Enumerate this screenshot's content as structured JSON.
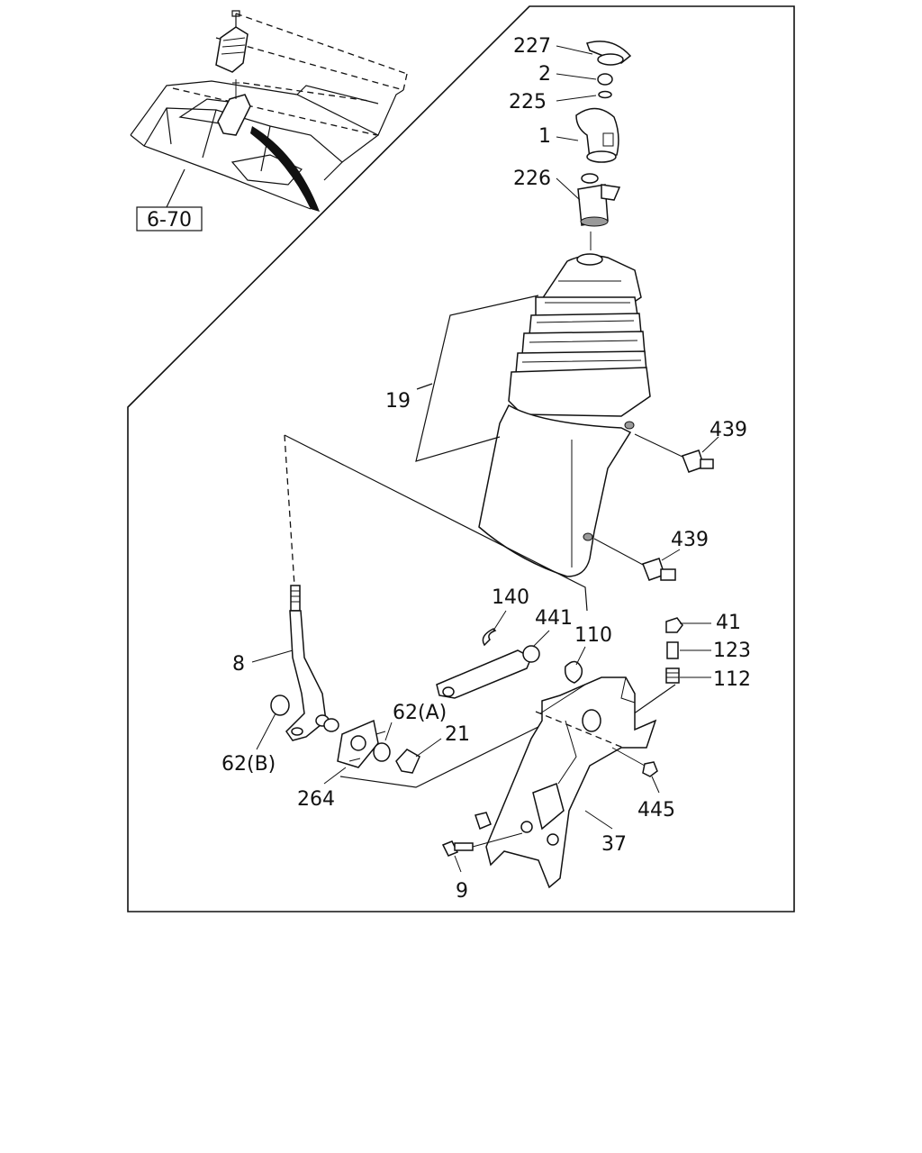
{
  "diagram": {
    "reference_box": "6-70",
    "callouts": {
      "p227": "227",
      "p2": "2",
      "p225": "225",
      "p1": "1",
      "p226": "226",
      "p19": "19",
      "p439a": "439",
      "p439b": "439",
      "p140": "140",
      "p441": "441",
      "p110": "110",
      "p41": "41",
      "p123": "123",
      "p112": "112",
      "p8": "8",
      "p62a": "62(A)",
      "p21": "21",
      "p62b": "62(B)",
      "p264": "264",
      "p445": "445",
      "p37": "37",
      "p9": "9"
    }
  }
}
